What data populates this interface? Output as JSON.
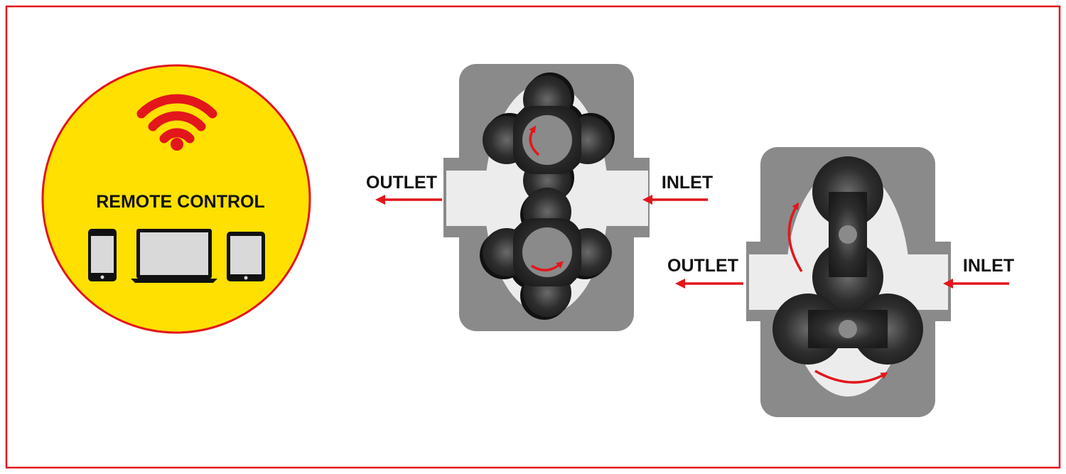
{
  "colors": {
    "frame": "#e3161b",
    "badge_fill": "#ffe000",
    "accent_red": "#e3161b",
    "housing": "#8a8a8a",
    "chamber": "#ececec",
    "rotor": "#2a2a2a",
    "shaft": "#8a8a8a",
    "label": "#111111"
  },
  "badge": {
    "icon": "wifi-icon",
    "title": "REMOTE CONTROL",
    "devices": [
      "smartphone-icon",
      "laptop-icon",
      "tablet-icon"
    ]
  },
  "pump_four_lobe": {
    "outlet_label": "OUTLET",
    "inlet_label": "INLET",
    "rotor_type": "four-lobe"
  },
  "pump_two_lobe": {
    "outlet_label": "OUTLET",
    "inlet_label": "INLET",
    "rotor_type": "two-lobe"
  }
}
